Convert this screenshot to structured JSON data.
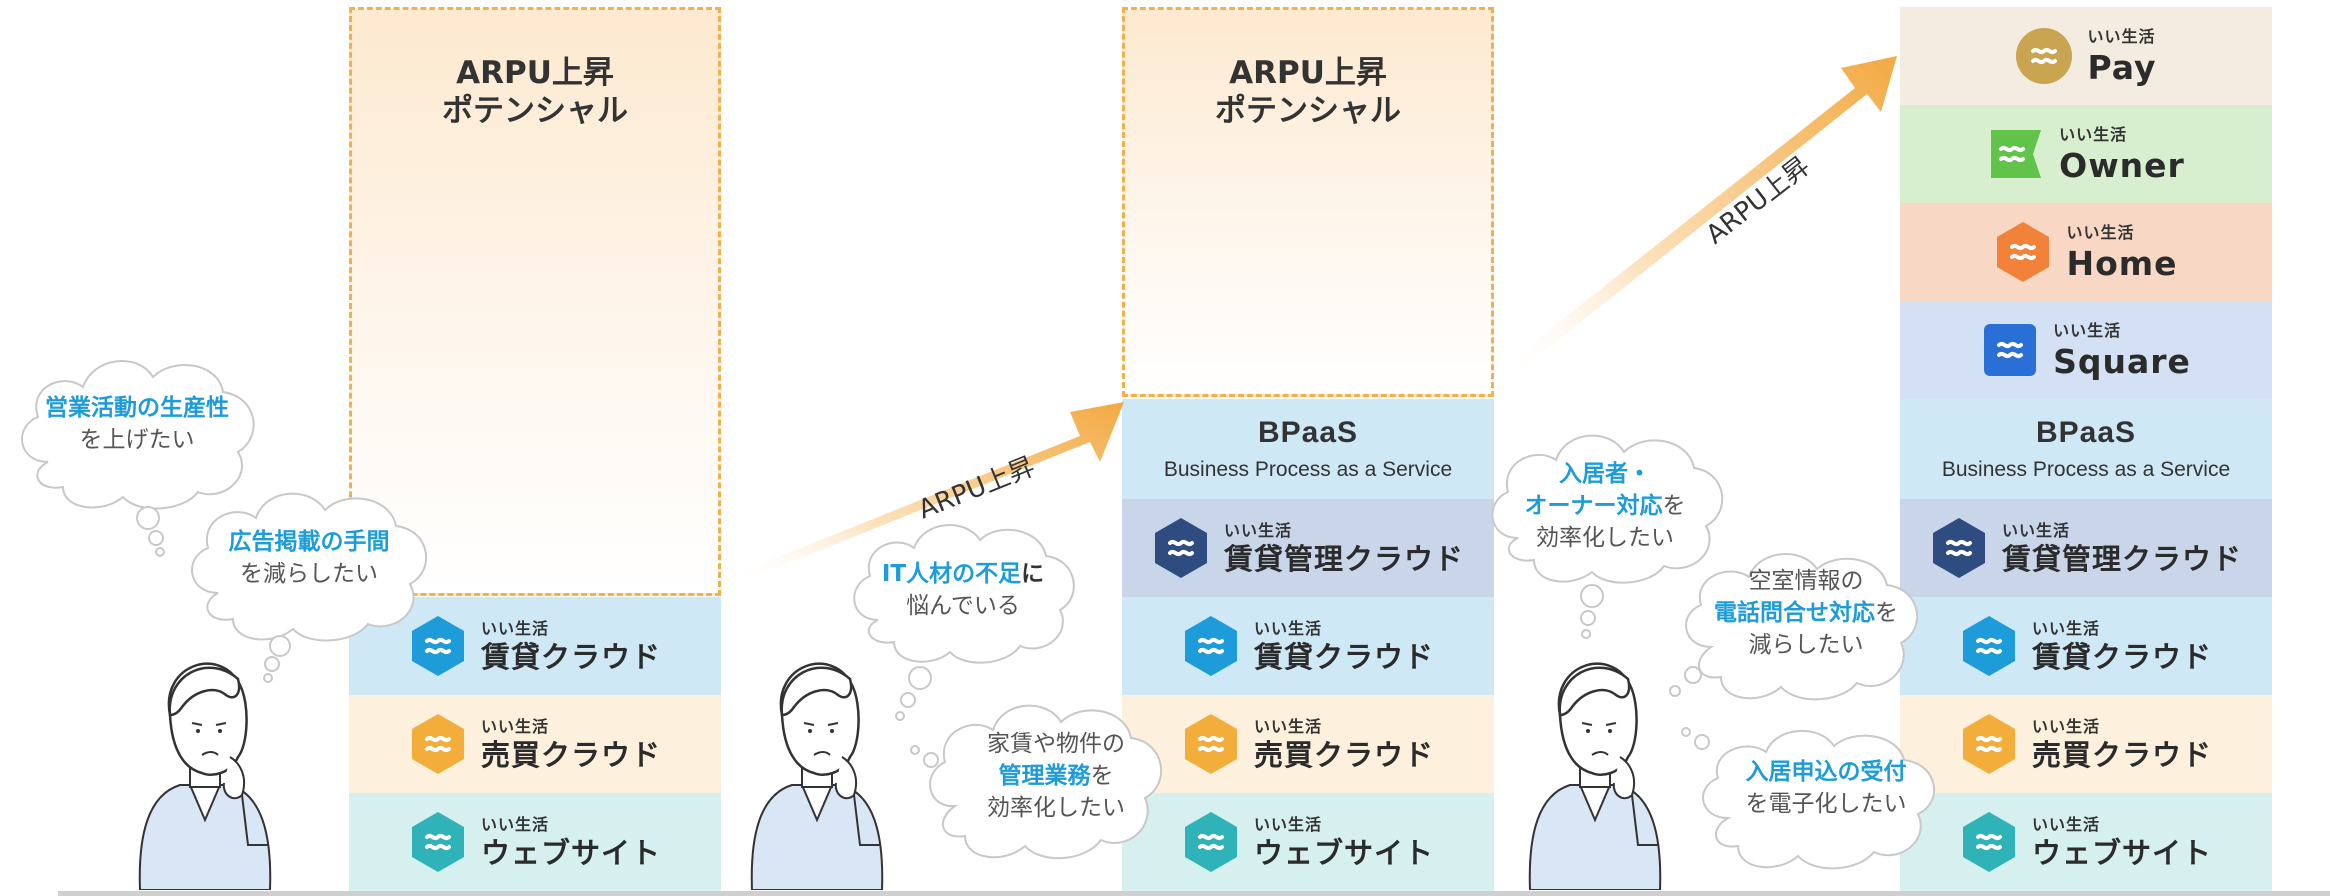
{
  "colors": {
    "light_blue": "#cfe8f6",
    "cream": "#fdf0dc",
    "mint": "#d6efef",
    "navy_row": "#c9d6ea",
    "pay_row": "#f4ece0",
    "owner_row": "#d7efcf",
    "home_row": "#f8d8c4",
    "square_row": "#d4e1f4",
    "accent_blue": "#1d9cd9",
    "arrow_orange": "#f3a942"
  },
  "brand_label": "いい生活",
  "products": {
    "chintai": "賃貸クラウド",
    "baibai": "売買クラウド",
    "website": "ウェブサイト",
    "kanri": "賃貸管理クラウド",
    "pay": "Pay",
    "owner": "Owner",
    "home": "Home",
    "square": "Square"
  },
  "icons": {
    "chintai": "chintai-hex-icon",
    "baibai": "baibai-hex-icon",
    "website": "website-hex-icon",
    "kanri": "kanri-hex-icon",
    "pay": "pay-circle-icon",
    "owner": "owner-flag-icon",
    "home": "home-hex-icon",
    "square": "square-icon"
  },
  "bpaas": {
    "title": "BPaaS",
    "subtitle": "Business Process as a Service"
  },
  "potential": {
    "line1": "ARPU上昇",
    "line2": "ポテンシャル"
  },
  "arrows": {
    "label1": "ARPU上昇",
    "label2": "ARPU上昇"
  },
  "clouds": {
    "c1": {
      "hl": "営業活動の生産性",
      "rest": "を上げたい"
    },
    "c2": {
      "hl": "広告掲載の手間",
      "rest": "を減らしたい"
    },
    "c3": {
      "hl": "IT人材の不足",
      "dk": "に",
      "rest": "悩んでいる"
    },
    "c4": {
      "pre": "家賃や物件の",
      "hl": "管理業務",
      "mid": "を",
      "rest": "効率化したい"
    },
    "c5": {
      "hl1": "入居者・",
      "hl2": "オーナー対応",
      "mid": "を",
      "rest": "効率化したい"
    },
    "c6": {
      "pre": "空室情報の",
      "hl": "電話問合せ対応",
      "mid": "を",
      "rest": "減らしたい"
    },
    "c7": {
      "hl": "入居申込の受付",
      "rest": "を電子化したい"
    }
  }
}
